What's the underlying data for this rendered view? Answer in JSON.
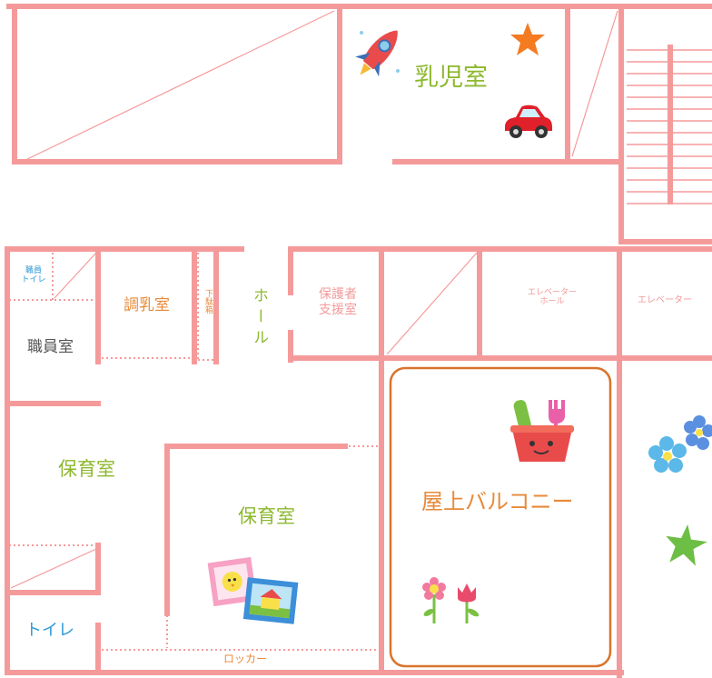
{
  "colors": {
    "wall": "#F59A9B",
    "label_green": "#8DB82E",
    "label_orange": "#E88A3A",
    "label_pink": "#F29A9A",
    "label_gray": "#555555",
    "label_blue": "#2E9AD8",
    "balcony_border": "#D9742C"
  },
  "rooms": {
    "infant_room": "乳児室",
    "staff_toilet_line1": "職員",
    "staff_toilet_line2": "トイレ",
    "formula_room": "調乳室",
    "shoe_box": "下駄箱",
    "hall": "ホール",
    "parent_support_line1": "保護者",
    "parent_support_line2": "支援室",
    "elevator_hall_line1": "エレベーター",
    "elevator_hall_line2": "ホール",
    "elevator": "エレベーター",
    "staff_room": "職員室",
    "nursery_left": "保育室",
    "nursery_center": "保育室",
    "rooftop_balcony": "屋上バルコニー",
    "toilet": "トイレ",
    "locker": "ロッカー"
  },
  "icons": [
    "rocket-icon",
    "star-icon",
    "car-icon",
    "bucket-toy-icon",
    "picture-books-icon",
    "flowers-icon",
    "blue-flowers-icon",
    "green-star-icon"
  ]
}
